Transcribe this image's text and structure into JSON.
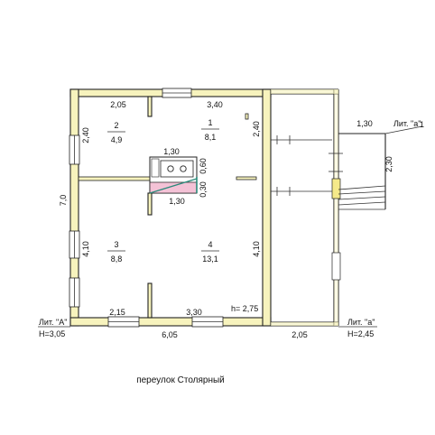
{
  "rooms": [
    {
      "number": "1",
      "area": "8,1"
    },
    {
      "number": "2",
      "area": "4,9"
    },
    {
      "number": "3",
      "area": "8,8"
    },
    {
      "number": "4",
      "area": "13,1"
    }
  ],
  "dimensions": {
    "top_left": "2,05",
    "top_right": "3,40",
    "left_upper": "2,40",
    "left_total": "7,0",
    "left_lower": "4,10",
    "inner_upper": "2,40",
    "inner_lower": "4,10",
    "bottom_left": "2,15",
    "bottom_right": "3,30",
    "bottom_total": "6,05",
    "stove_top": "1,30",
    "stove_bottom": "1,30",
    "stove_side": "0,60",
    "stove_side2": "0,30",
    "annex_top": "1,30",
    "annex_side": "2,30",
    "annex_bottom": "2,05"
  },
  "labels": {
    "lit_A": "Лит. \"А\"",
    "height_A": "Н=3,05",
    "lit_a": "Лит. \"а\"",
    "height_a": "Н=2,45",
    "lit_a1": "Лит. \"а\"",
    "inner_height": "h= 2,75",
    "street": "переулок  Столярный"
  }
}
